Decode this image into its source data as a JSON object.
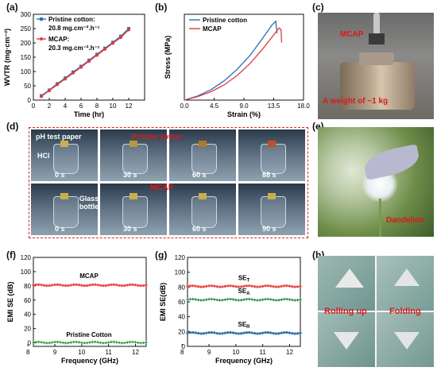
{
  "panels": {
    "a": "(a)",
    "b": "(b)",
    "c": "(c)",
    "d": "(d)",
    "e": "(e)",
    "f": "(f)",
    "g": "(g)",
    "h": "(h)"
  },
  "chart_data": [
    {
      "id": "a",
      "type": "line",
      "xlabel": "Time (hr)",
      "ylabel": "WVTR (mg·cm⁻²)",
      "xlim": [
        0,
        14
      ],
      "ylim": [
        0,
        300
      ],
      "xticks": [
        "0",
        "2",
        "4",
        "6",
        "8",
        "10",
        "12"
      ],
      "yticks": [
        "0",
        "50",
        "100",
        "150",
        "200",
        "250",
        "300"
      ],
      "legend": [
        "Pristine cotton:",
        "20.8 mg.cm⁻².h⁻¹",
        "MCAP:",
        "20.3 mg.cm⁻².h⁻¹"
      ],
      "x": [
        1,
        2,
        3,
        4,
        5,
        6,
        7,
        8,
        9,
        10,
        11,
        12
      ],
      "series": [
        {
          "name": "Pristine cotton",
          "color": "#2c6fb7",
          "values": [
            15,
            35,
            57,
            77,
            98,
            118,
            139,
            160,
            181,
            202,
            223,
            250
          ]
        },
        {
          "name": "MCAP",
          "color": "#e03c3c",
          "values": [
            13,
            33,
            54,
            74,
            95,
            115,
            136,
            157,
            178,
            199,
            219,
            246
          ]
        }
      ]
    },
    {
      "id": "b",
      "type": "line",
      "xlabel": "Strain (%)",
      "ylabel": "Stress (MPa)",
      "xlim": [
        0,
        18
      ],
      "ylim": [
        0,
        25
      ],
      "xticks": [
        "0.0",
        "4.5",
        "9.0",
        "13.5",
        "18.0"
      ],
      "legend": [
        "Pristine cotton",
        "MCAP"
      ],
      "series": [
        {
          "name": "Pristine cotton",
          "color": "#2c6fb7",
          "x": [
            0,
            2,
            4,
            6,
            8,
            10,
            12,
            13.2,
            13.8,
            14.0
          ],
          "values": [
            0,
            1.2,
            3.0,
            5.6,
            9.0,
            13.2,
            18.5,
            21.8,
            23.0,
            19.5
          ]
        },
        {
          "name": "MCAP",
          "color": "#e03c3c",
          "x": [
            0,
            2,
            4,
            6,
            8,
            10,
            12,
            13.5,
            14.3,
            14.6,
            14.7
          ],
          "values": [
            0,
            1.0,
            2.4,
            4.4,
            7.2,
            10.8,
            15.3,
            19.0,
            21.0,
            20.6,
            16.8
          ]
        }
      ]
    },
    {
      "id": "f",
      "type": "line",
      "xlabel": "Frequency (GHz)",
      "ylabel": "EMI SE (dB)",
      "xlim": [
        8.2,
        12.4
      ],
      "ylim": [
        -5,
        120
      ],
      "xticks": [
        "8",
        "9",
        "10",
        "11",
        "12"
      ],
      "yticks": [
        "0",
        "20",
        "40",
        "60",
        "80",
        "100",
        "120"
      ],
      "annotations": [
        "MCAP",
        "Pristine Cotton"
      ],
      "series": [
        {
          "name": "MCAP",
          "color": "#f04848",
          "level": 81
        },
        {
          "name": "Pristine Cotton",
          "color": "#1fa03a",
          "level": 0.5
        }
      ]
    },
    {
      "id": "g",
      "type": "line",
      "xlabel": "Frequency (GHz)",
      "ylabel": "EMI SE(dB)",
      "xlim": [
        8.2,
        12.4
      ],
      "ylim": [
        0,
        120
      ],
      "xticks": [
        "8",
        "9",
        "10",
        "11",
        "12"
      ],
      "yticks": [
        "0",
        "20",
        "40",
        "60",
        "80",
        "100",
        "120"
      ],
      "annotations": [
        {
          "base": "SE",
          "sub": "T"
        },
        {
          "base": "SE",
          "sub": "A"
        },
        {
          "base": "SE",
          "sub": "R"
        }
      ],
      "series": [
        {
          "name": "SE_T",
          "color": "#f04848",
          "level": 81
        },
        {
          "name": "SE_A",
          "color": "#1f8a3a",
          "level": 63
        },
        {
          "name": "SE_R",
          "color": "#2f6faa",
          "level": 18
        }
      ]
    }
  ],
  "photo_c": {
    "labels": [
      "MCAP",
      "A weight of ~1 kg"
    ]
  },
  "photo_d": {
    "labels": [
      "pH test paper",
      "HCl",
      "Pristine cotton",
      "Glass bottle",
      "MCAP"
    ],
    "times_top": [
      "0 s",
      "30 s",
      "60 s",
      "88 s"
    ],
    "times_bottom": [
      "0 s",
      "30 s",
      "60 s",
      "90 s"
    ]
  },
  "photo_e": {
    "labels": [
      "Dandelion"
    ]
  },
  "photo_h": {
    "labels": [
      "Rolling up",
      "Folding"
    ]
  }
}
